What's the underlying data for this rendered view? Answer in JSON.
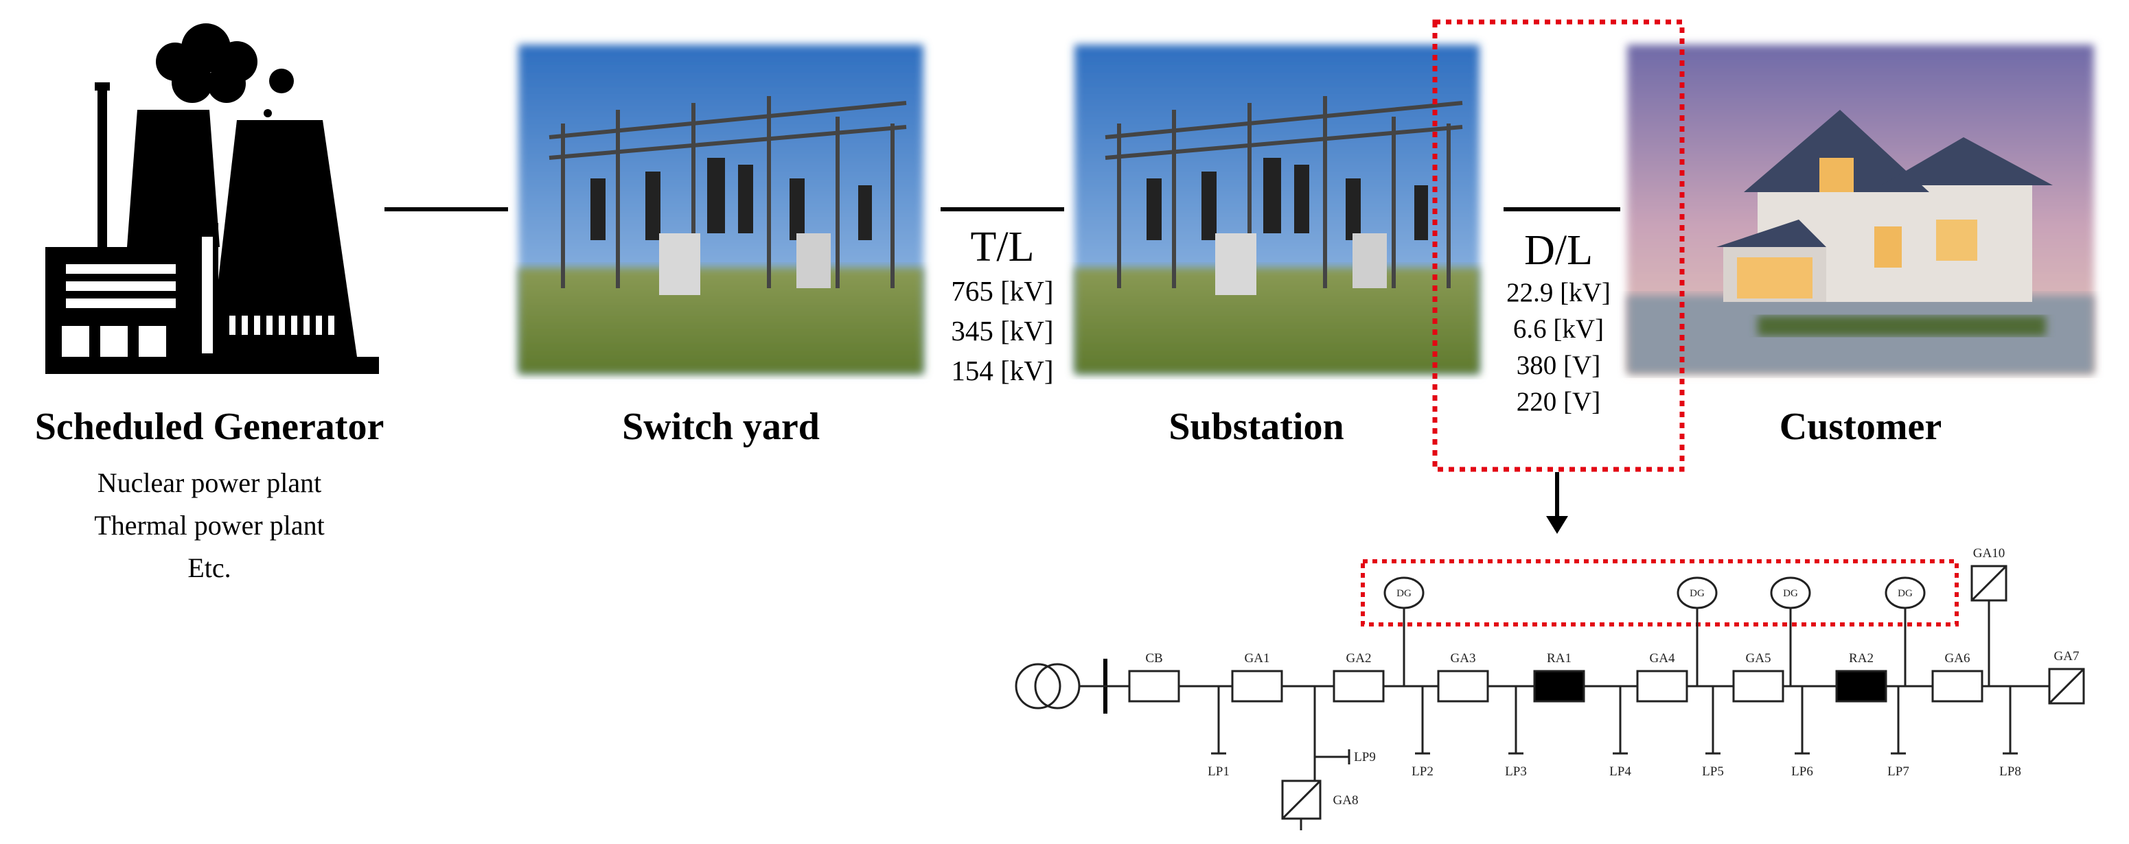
{
  "stages": [
    {
      "id": "generator",
      "label": "Scheduled Generator",
      "details": [
        "Nuclear power plant",
        "Thermal power plant",
        "Etc."
      ]
    },
    {
      "id": "switchyard",
      "label": "Switch yard"
    },
    {
      "id": "substation",
      "label": "Substation"
    },
    {
      "id": "customer",
      "label": "Customer"
    }
  ],
  "lines": [
    {
      "id": "transmission",
      "title": "T/L",
      "voltages": [
        "765 [kV]",
        "345 [kV]",
        "154 [kV]"
      ]
    },
    {
      "id": "distribution",
      "title": "D/L",
      "voltages": [
        "22.9 [kV]",
        "6.6 [kV]",
        "380 [V]",
        "220 [V]"
      ]
    }
  ],
  "feeder": {
    "breaker": "CB",
    "gas_switches": [
      "GA1",
      "GA2",
      "GA3",
      "GA4",
      "GA5",
      "GA6",
      "GA7",
      "GA8",
      "GA10"
    ],
    "reclosers": [
      "RA1",
      "RA2"
    ],
    "loads": [
      "LP1",
      "LP2",
      "LP3",
      "LP4",
      "LP5",
      "LP6",
      "LP7",
      "LP8",
      "LP9"
    ],
    "distributed_generators": [
      "DG",
      "DG",
      "DG",
      "DG"
    ]
  },
  "colors": {
    "highlight": "#e30613",
    "recloser_fill": "#000000",
    "sky": "#3f7fc9",
    "grass": "#6e8a3c"
  }
}
